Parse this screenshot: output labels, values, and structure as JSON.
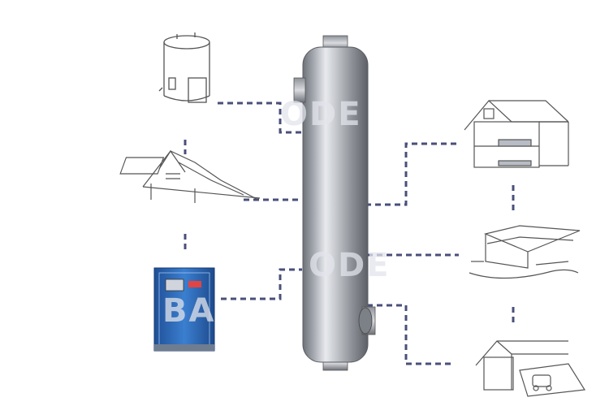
{
  "colors": {
    "connector": "#4a4f7a",
    "cabinet": "#2f6fc0",
    "sketch": "#555555"
  },
  "watermark": {
    "text_a": "ODE",
    "text_b": "BA",
    "text_c": "ODE"
  },
  "items": [
    {
      "icon": "water-heater-tank-icon"
    },
    {
      "icon": "solar-roof-icon"
    },
    {
      "icon": "control-cabinet-icon"
    },
    {
      "icon": "house-floor-heating-icon"
    },
    {
      "icon": "swimming-pool-icon"
    },
    {
      "icon": "garage-driveway-icon"
    }
  ]
}
